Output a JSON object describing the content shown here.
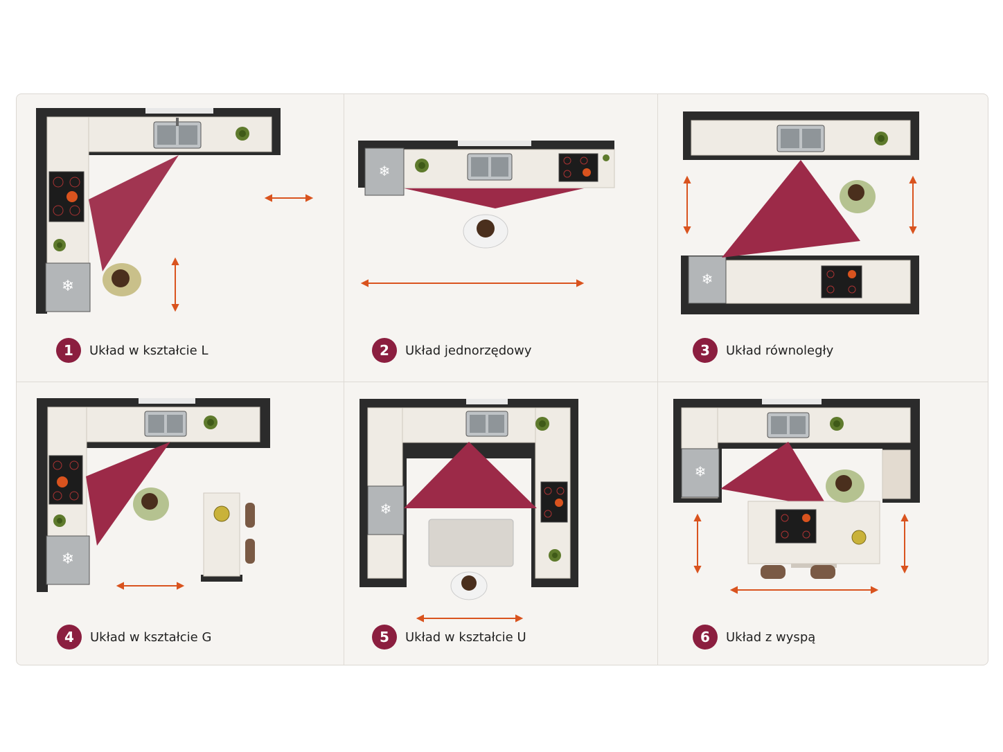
{
  "layouts": [
    {
      "number": "1",
      "label": "Układ w kształcie L"
    },
    {
      "number": "2",
      "label": "Układ jednorzędowy"
    },
    {
      "number": "3",
      "label": "Układ równoległy"
    },
    {
      "number": "4",
      "label": "Układ w kształcie G"
    },
    {
      "number": "5",
      "label": "Układ w kształcie U"
    },
    {
      "number": "6",
      "label": "Układ z wyspą"
    }
  ],
  "colors": {
    "triangle": "#9c2a48",
    "badge": "#8b1e3f",
    "arrow": "#d9531e",
    "wall": "#2b2b2b",
    "counter": "#efebe4"
  },
  "icons": [
    "sink-icon",
    "cooktop-icon",
    "fridge-icon",
    "plant-icon",
    "person-icon",
    "stool-icon",
    "fruit-bowl-icon",
    "rug-icon",
    "dimension-arrow-icon"
  ]
}
